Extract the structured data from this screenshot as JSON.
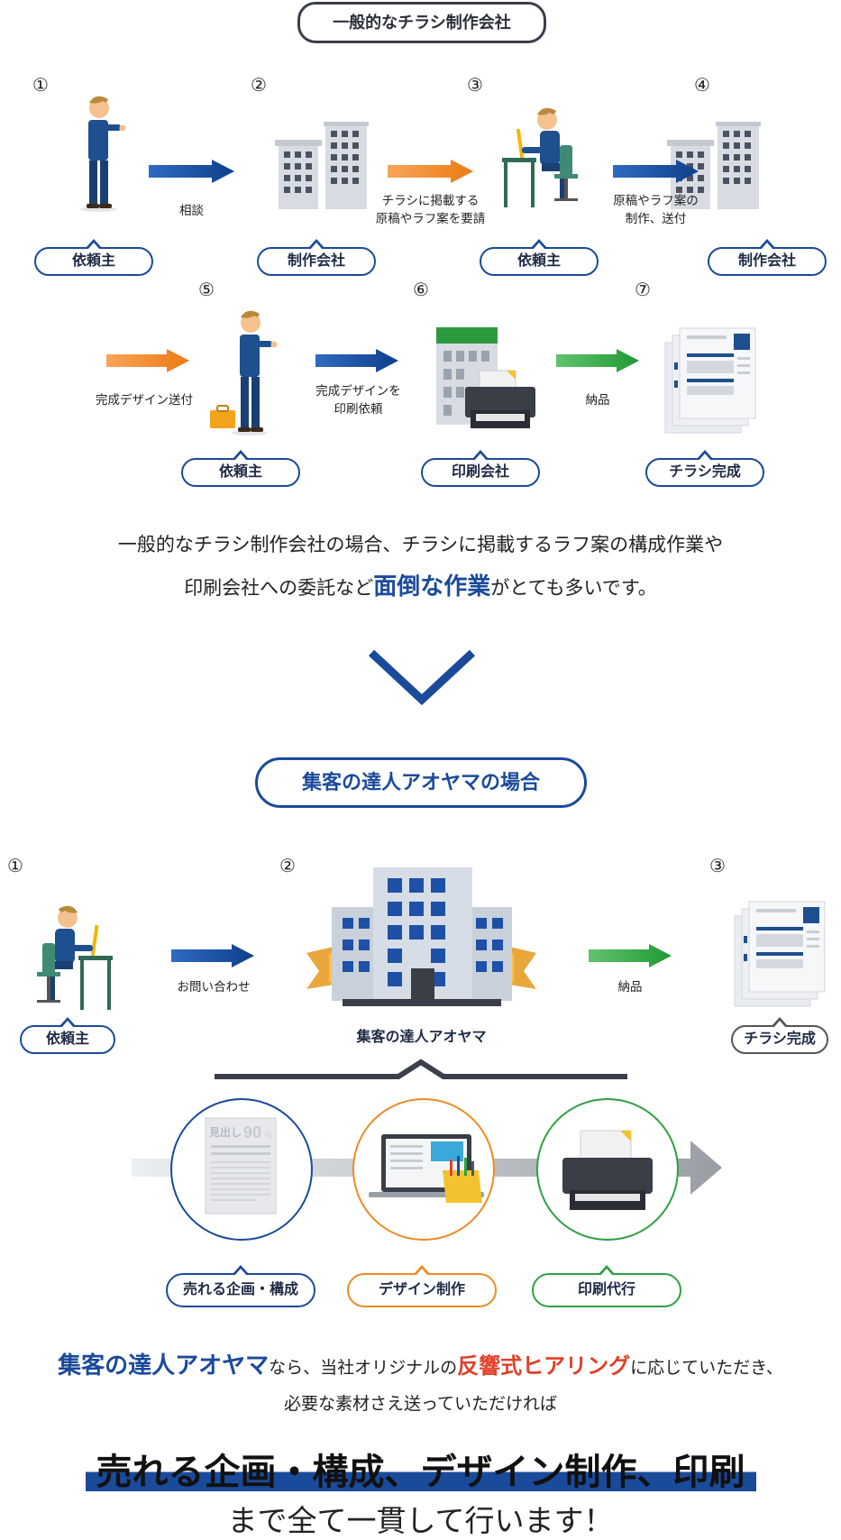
{
  "general": {
    "header": "一般的なチラシ制作会社",
    "steps": [
      {
        "num": "①",
        "tag": "依頼主"
      },
      {
        "num": "②",
        "tag": "制作会社"
      },
      {
        "num": "③",
        "tag": "依頼主"
      },
      {
        "num": "④",
        "tag": "制作会社"
      },
      {
        "num": "⑤",
        "tag": "依頼主"
      },
      {
        "num": "⑥",
        "tag": "印刷会社"
      },
      {
        "num": "⑦",
        "tag": "チラシ完成"
      }
    ],
    "arrows": [
      {
        "label_1": "相談",
        "label_2": "",
        "color": "#1a4a9a"
      },
      {
        "label_1": "チラシに掲載する",
        "label_2": "原稿やラフ案を要請",
        "color": "#f08a24"
      },
      {
        "label_1": "原稿やラフ案の",
        "label_2": "制作、送付",
        "color": "#1a4a9a"
      },
      {
        "label_1": "完成デザイン送付",
        "label_2": "",
        "color": "#f08a24"
      },
      {
        "label_1": "完成デザインを",
        "label_2": "印刷依頼",
        "color": "#1a4a9a"
      },
      {
        "label_1": "納品",
        "label_2": "",
        "color": "#2ea043"
      }
    ],
    "summary_1": "一般的なチラシ制作会社の場合、チラシに掲載するラフ案の構成作業や",
    "summary_2a": "印刷会社への委託など",
    "summary_2b": "面倒な作業",
    "summary_2c": "がとても多いです。"
  },
  "aoyama": {
    "header": "集客の達人アオヤマの場合",
    "steps": [
      {
        "num": "①",
        "tag": "依頼主"
      },
      {
        "num": "②",
        "tag": "集客の達人アオヤマ"
      },
      {
        "num": "③",
        "tag": "チラシ完成"
      }
    ],
    "arrows": [
      {
        "label": "お問い合わせ",
        "color": "#1a4a9a"
      },
      {
        "label": "納品",
        "color": "#2ea043"
      }
    ],
    "services": [
      {
        "label": "売れる企画・構成",
        "color": "#1a4a9a"
      },
      {
        "label": "デザイン制作",
        "color": "#f08a24"
      },
      {
        "label": "印刷代行",
        "color": "#2ea043"
      }
    ],
    "doc_heading": "見出し",
    "doc_percent": "90",
    "doc_percent_unit": "%",
    "line1_a": "集客の達人アオヤマ",
    "line1_b": "なら、当社オリジナルの",
    "line1_c": "反響式ヒアリング",
    "line1_d": "に応じていただき、",
    "line2": "必要な素材さえ送っていただければ",
    "big_line": "売れる企画・構成、デザイン制作、印刷",
    "last_line": "まで全て一貫して行います！"
  },
  "colors": {
    "blue": "#1a4a9a",
    "orange": "#f08a24",
    "green": "#2ea043",
    "red": "#e0402a",
    "dark": "#3a3f4a"
  }
}
